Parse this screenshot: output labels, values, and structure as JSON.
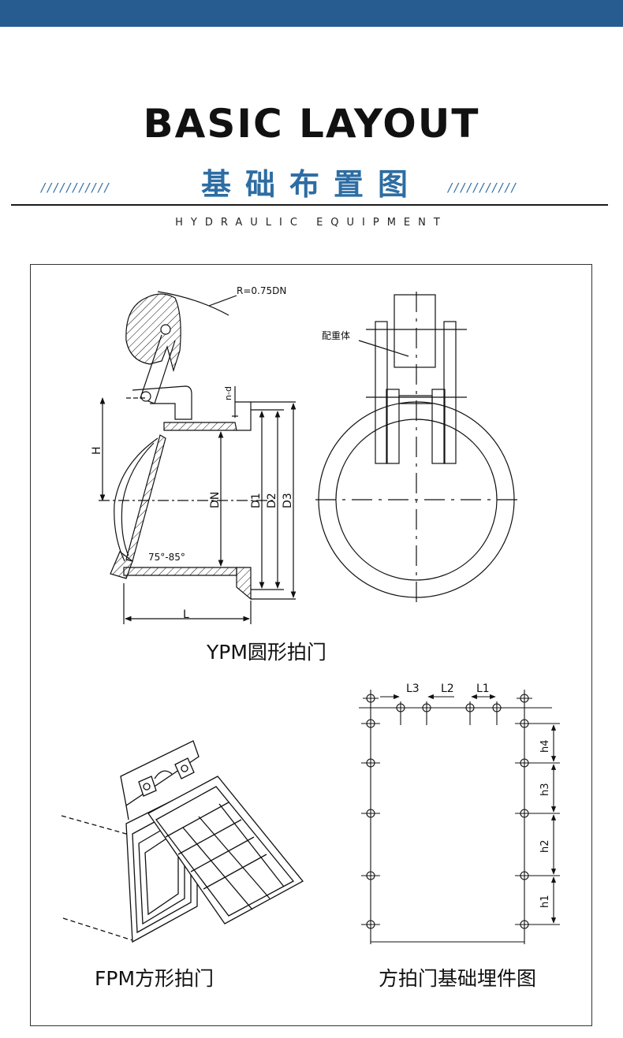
{
  "header": {
    "title": "BASIC LAYOUT",
    "subtitle": "基础布置图",
    "slashes": "///////////",
    "tagline": "HYDRAULIC  EQUIPMENT"
  },
  "colors": {
    "top_bar": "#265c8f",
    "accent": "#2d6da3",
    "line": "#111111"
  },
  "round_gate": {
    "caption": "YPM圆形拍门",
    "labels": {
      "radius": "R=0.75DN",
      "holes": "n-d",
      "height": "H",
      "dn": "DN",
      "d1": "D1",
      "d2": "D2",
      "d3": "D3",
      "angle": "75°-85°",
      "length": "L",
      "counterweight": "配重体"
    }
  },
  "square_gate": {
    "caption": "FPM方形拍门"
  },
  "embed_plan": {
    "caption": "方拍门基础埋件图",
    "labels": {
      "l1": "L1",
      "l2": "L2",
      "l3": "L3",
      "h1": "h1",
      "h2": "h2",
      "h3": "h3",
      "h4": "h4"
    }
  }
}
